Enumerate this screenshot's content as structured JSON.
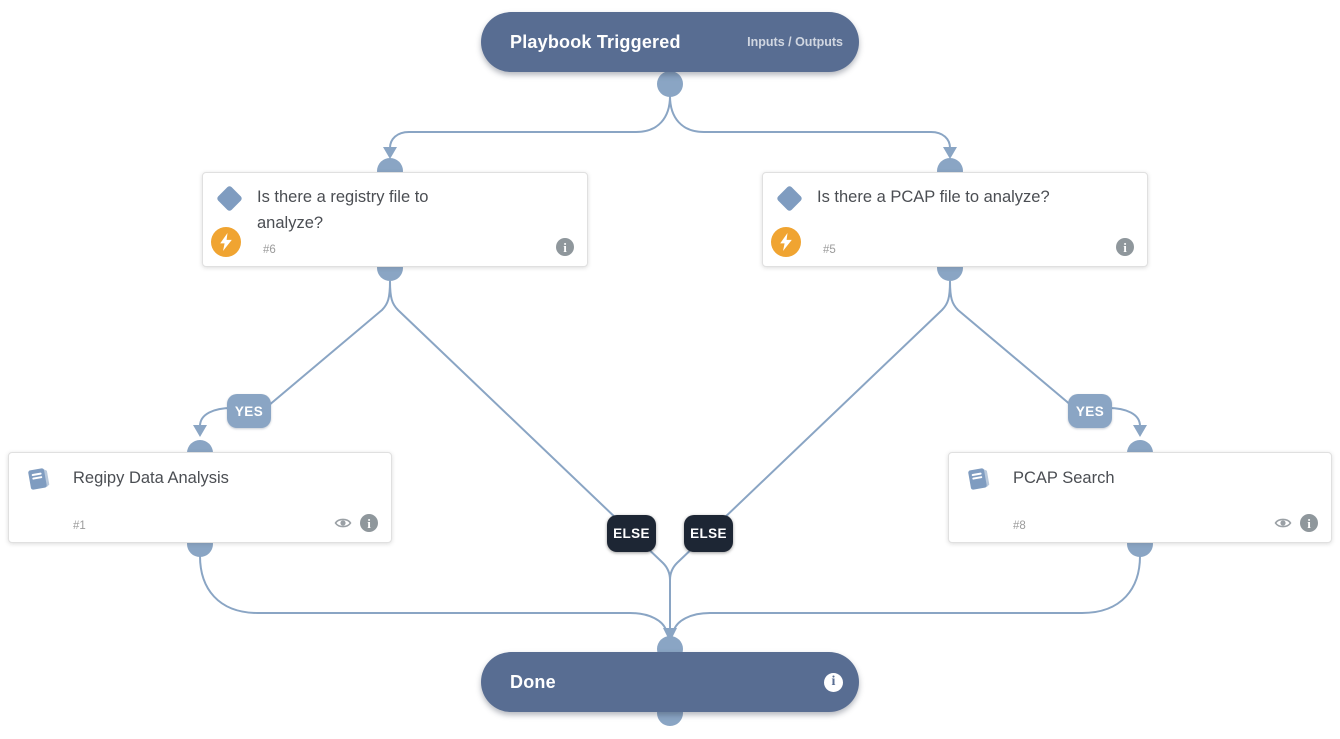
{
  "trigger": {
    "title": "Playbook Triggered",
    "io_label": "Inputs / Outputs"
  },
  "conditions": [
    {
      "number": "#6",
      "title": "Is there a registry file to analyze?"
    },
    {
      "number": "#5",
      "title": "Is there a PCAP file to analyze?"
    }
  ],
  "tasks": [
    {
      "number": "#1",
      "title": "Regipy Data Analysis"
    },
    {
      "number": "#8",
      "title": "PCAP Search"
    }
  ],
  "labels": {
    "yes": "YES",
    "else": "ELSE"
  },
  "end": {
    "title": "Done"
  },
  "icons": {
    "info_glyph": "i"
  },
  "colors": {
    "node_pill": "#586d92",
    "connector": "#8aa5c4",
    "yes_badge": "#8aa5c4",
    "else_badge": "#1d2634",
    "condition_icon": "#7f9cc0",
    "trigger_bolt": "#f0a431",
    "card_text": "#4b4e53",
    "muted_text": "#9b9b9b"
  }
}
